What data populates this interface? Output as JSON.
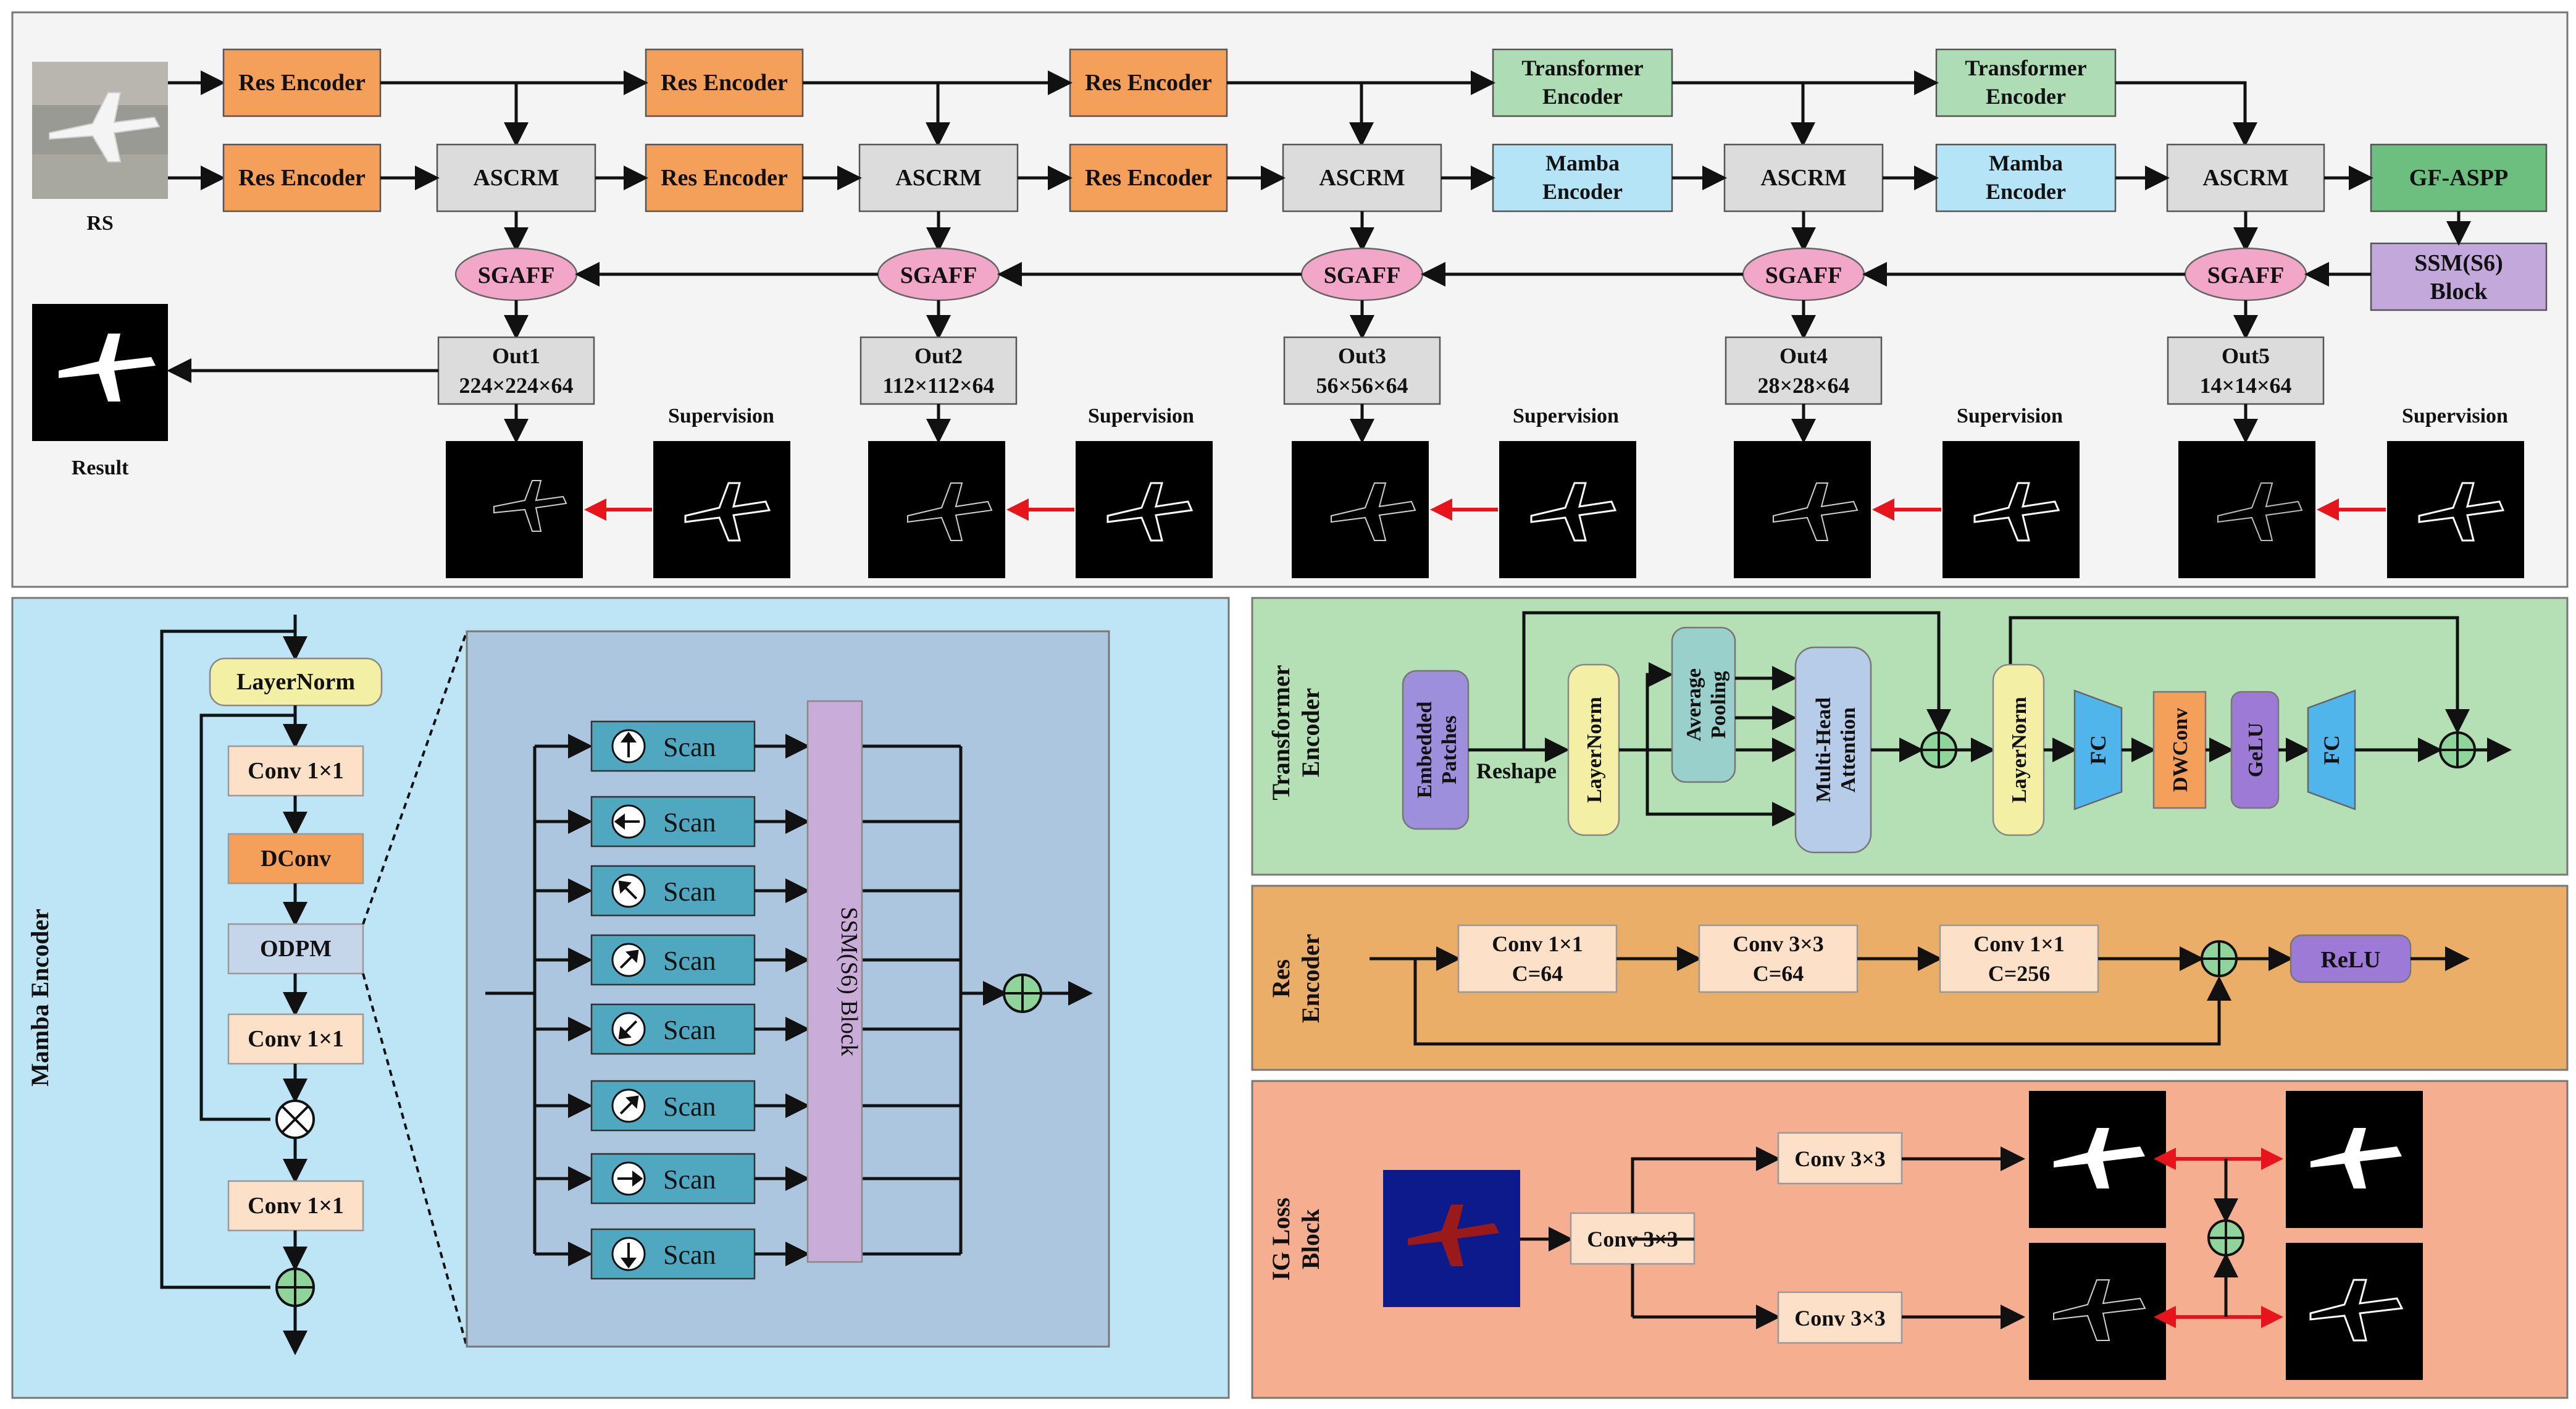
{
  "top": {
    "input_label": "RS",
    "result_label": "Result",
    "row1": [
      "Res Encoder",
      "Res Encoder",
      "Res Encoder",
      "Transformer Encoder",
      "Transformer Encoder"
    ],
    "row2_enc": [
      "Res Encoder",
      "Res Encoder",
      "Res Encoder",
      "Mamba Encoder",
      "Mamba Encoder"
    ],
    "ascrm": "ASCRM",
    "gfaspp": "GF-ASPP",
    "ssm_block": "SSM(S6) Block",
    "sgaff": "SGAFF",
    "outs": [
      {
        "name": "Out1",
        "size": "224×224×64"
      },
      {
        "name": "Out2",
        "size": "112×112×64"
      },
      {
        "name": "Out3",
        "size": "56×56×64"
      },
      {
        "name": "Out4",
        "size": "28×28×64"
      },
      {
        "name": "Out5",
        "size": "14×14×64"
      }
    ],
    "supervision": "Supervision"
  },
  "mamba": {
    "title": "Mamba Encoder",
    "layernorm": "LayerNorm",
    "conv1": "Conv 1×1",
    "dconv": "DConv",
    "odpm": "ODPM",
    "conv2": "Conv 1×1",
    "conv3": "Conv 1×1",
    "scan": "Scan",
    "ssm_block": "SSM(S6) Block"
  },
  "transformer": {
    "title": "Transformer Encoder",
    "embedded": "Embedded Patches",
    "reshape": "Reshape",
    "layernorm": "LayerNorm",
    "avgpool": "Average Pooling",
    "mha": "Multi-Head Attention",
    "layernorm2": "LayerNorm",
    "fc1": "FC",
    "dwconv": "DWConv",
    "gelu": "GeLU",
    "fc2": "FC"
  },
  "res": {
    "title": "Res Encoder",
    "b1a": "Conv 1×1",
    "b1b": "C=64",
    "b2a": "Conv 3×3",
    "b2b": "C=64",
    "b3a": "Conv 1×1",
    "b3b": "C=256",
    "relu": "ReLU"
  },
  "ig": {
    "title": "IG Loss Block",
    "conv_main": "Conv 3×3",
    "conv_top": "Conv 3×3",
    "conv_bot": "Conv 3×3"
  },
  "colors": {
    "res": "#f5a05a",
    "trans": "#aedcb4",
    "mamba": "#b5e4f7",
    "ascrm": "#dcdcdc",
    "sgaff": "#f2a6c8",
    "gfaspp": "#6dbf7f",
    "ssm": "#c3a9db",
    "panel_mamba": "#bde5f6",
    "panel_trans": "#b5dfb5",
    "panel_res": "#eaae68",
    "panel_ig": "#f5ae90"
  }
}
